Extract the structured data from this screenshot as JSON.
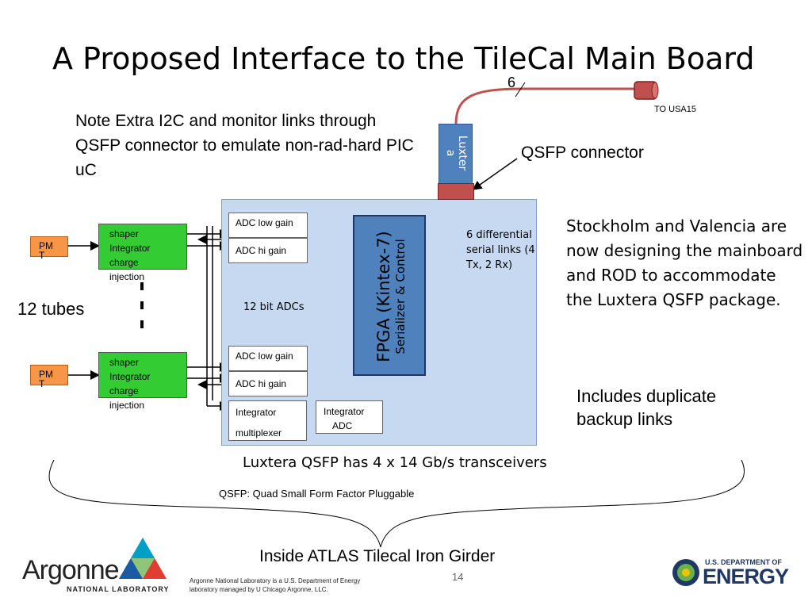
{
  "slide": {
    "title": "A Proposed Interface to the TileCal Main Board",
    "note": "Note Extra I2C and monitor links through QSFP connector to emulate non-rad-hard PIC uC",
    "qsfp_connector_label": "QSFP connector",
    "to_usa15": "TO USA15",
    "fiber_count": "6",
    "luxtera_line1": "Luxter",
    "luxtera_line2": "a",
    "stockholm_note": "Stockholm and Valencia are now designing the mainboard and ROD to accommodate the Luxtera QSFP package.",
    "duplicate_note": "Includes duplicate backup links",
    "tubes_label": "12 tubes",
    "pmt_line1": "PM",
    "pmt_line2": "T",
    "shaper_lines": [
      "shaper",
      "Integrator",
      "charge",
      "injection"
    ],
    "adc_low": "ADC low gain",
    "adc_hi": "ADC hi gain",
    "bit_adcs": "12 bit ADCs",
    "fpga_main": "FPGA (Kintex-7)",
    "fpga_sub": "Serializer & Control",
    "serial_links": "6 differential serial links (4 Tx, 2 Rx)",
    "integrator_mux_line1": "Integrator",
    "integrator_mux_line2": "multiplexer",
    "integrator_adc_line1": "Integrator",
    "integrator_adc_line2": "ADC",
    "luxtera_qsfp": "Luxtera QSFP has 4 x 14 Gb/s transceivers",
    "qsfp_definition": "QSFP: Quad Small Form Factor Pluggable",
    "inside_atlas": "Inside ATLAS Tilecal Iron Girder",
    "page_number": "14"
  },
  "footer": {
    "argonne_name": "Argonne",
    "argonne_sub": "NATIONAL LABORATORY",
    "argonne_note": "Argonne National Laboratory is a U.S. Department of Energy laboratory managed by U Chicago Argonne, LLC.",
    "doe_small": "U.S. DEPARTMENT OF",
    "doe_big": "ENERGY"
  },
  "colors": {
    "board": "#c6d9f1",
    "fpga": "#4f81bd",
    "shaper": "#33cc33",
    "pmt": "#f79646",
    "connector": "#c0504d"
  }
}
